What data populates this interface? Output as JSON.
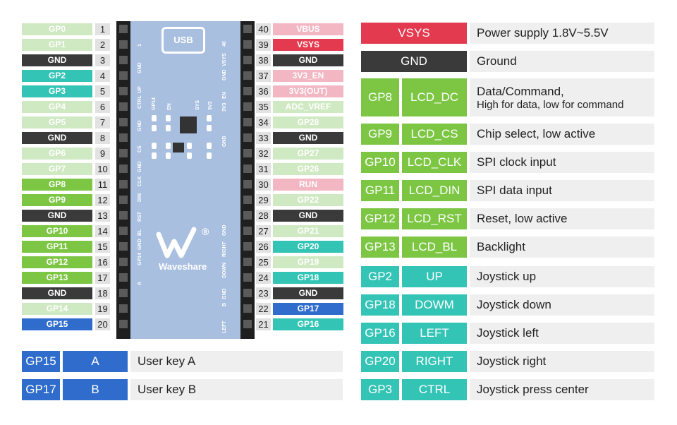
{
  "left_pins": [
    {
      "num": "1",
      "label": "GP0",
      "color": "#cfe9c2"
    },
    {
      "num": "2",
      "label": "GP1",
      "color": "#cfe9c2"
    },
    {
      "num": "3",
      "label": "GND",
      "color": "#3a3a3a"
    },
    {
      "num": "4",
      "label": "GP2",
      "color": "#33c4b6"
    },
    {
      "num": "5",
      "label": "GP3",
      "color": "#33c4b6"
    },
    {
      "num": "6",
      "label": "GP4",
      "color": "#cfe9c2"
    },
    {
      "num": "7",
      "label": "GP5",
      "color": "#cfe9c2"
    },
    {
      "num": "8",
      "label": "GND",
      "color": "#3a3a3a"
    },
    {
      "num": "9",
      "label": "GP6",
      "color": "#cfe9c2"
    },
    {
      "num": "10",
      "label": "GP7",
      "color": "#cfe9c2"
    },
    {
      "num": "11",
      "label": "GP8",
      "color": "#7cc644"
    },
    {
      "num": "12",
      "label": "GP9",
      "color": "#7cc644"
    },
    {
      "num": "13",
      "label": "GND",
      "color": "#3a3a3a"
    },
    {
      "num": "14",
      "label": "GP10",
      "color": "#7cc644"
    },
    {
      "num": "15",
      "label": "GP11",
      "color": "#7cc644"
    },
    {
      "num": "16",
      "label": "GP12",
      "color": "#7cc644"
    },
    {
      "num": "17",
      "label": "GP13",
      "color": "#7cc644"
    },
    {
      "num": "18",
      "label": "GND",
      "color": "#3a3a3a"
    },
    {
      "num": "19",
      "label": "GP14",
      "color": "#cfe9c2"
    },
    {
      "num": "20",
      "label": "GP15",
      "color": "#2f6ccc"
    }
  ],
  "right_pins": [
    {
      "num": "40",
      "label": "VBUS",
      "color": "#f2b7c3"
    },
    {
      "num": "39",
      "label": "VSYS",
      "color": "#e33a4f"
    },
    {
      "num": "38",
      "label": "GND",
      "color": "#3a3a3a"
    },
    {
      "num": "37",
      "label": "3V3_EN",
      "color": "#f2b7c3"
    },
    {
      "num": "36",
      "label": "3V3(OUT)",
      "color": "#f2b7c3"
    },
    {
      "num": "35",
      "label": "ADC_VREF",
      "color": "#cfe9c2"
    },
    {
      "num": "34",
      "label": "GP28",
      "color": "#cfe9c2"
    },
    {
      "num": "33",
      "label": "GND",
      "color": "#3a3a3a"
    },
    {
      "num": "32",
      "label": "GP27",
      "color": "#cfe9c2"
    },
    {
      "num": "31",
      "label": "GP26",
      "color": "#cfe9c2"
    },
    {
      "num": "30",
      "label": "RUN",
      "color": "#f2b7c3"
    },
    {
      "num": "29",
      "label": "GP22",
      "color": "#cfe9c2"
    },
    {
      "num": "28",
      "label": "GND",
      "color": "#3a3a3a"
    },
    {
      "num": "27",
      "label": "GP21",
      "color": "#cfe9c2"
    },
    {
      "num": "26",
      "label": "GP20",
      "color": "#33c4b6"
    },
    {
      "num": "25",
      "label": "GP19",
      "color": "#cfe9c2"
    },
    {
      "num": "24",
      "label": "GP18",
      "color": "#33c4b6"
    },
    {
      "num": "23",
      "label": "GND",
      "color": "#3a3a3a"
    },
    {
      "num": "22",
      "label": "GP17",
      "color": "#2f6ccc"
    },
    {
      "num": "21",
      "label": "GP16",
      "color": "#33c4b6"
    }
  ],
  "board": {
    "usb_label": "USB",
    "brand": "Waveshare",
    "registered": "®",
    "left_silk": [
      "1",
      "GND",
      "UP",
      "CTRL",
      "GND",
      "CS",
      "GND",
      "CLK",
      "DIN",
      "RST",
      "BL",
      "GND",
      "GP14",
      "A"
    ],
    "right_silk": [
      "40",
      "VSYS",
      "GND",
      "EN",
      "3V3",
      "GND",
      "GND",
      "RIGHT",
      "DOWN",
      "GND",
      "B",
      "LEFT"
    ],
    "top_silk": [
      "GP14",
      "EN",
      "SYS",
      "3V3"
    ]
  },
  "functions": [
    {
      "pin": "",
      "name": "VSYS",
      "desc": "Power supply 1.8V~5.5V",
      "color": "#e33a4f"
    },
    {
      "pin": "",
      "name": "GND",
      "desc": "Ground",
      "color": "#3a3a3a"
    },
    {
      "pin": "GP8",
      "name": "LCD_DC",
      "desc": "Data/Command,",
      "desc2": "High for data, low for command",
      "color": "#7cc644"
    },
    {
      "pin": "GP9",
      "name": "LCD_CS",
      "desc": "Chip select, low active",
      "color": "#7cc644"
    },
    {
      "pin": "GP10",
      "name": "LCD_CLK",
      "desc": "SPI clock input",
      "color": "#7cc644"
    },
    {
      "pin": "GP11",
      "name": "LCD_DIN",
      "desc": "SPI data input",
      "color": "#7cc644"
    },
    {
      "pin": "GP12",
      "name": "LCD_RST",
      "desc": "Reset, low active",
      "color": "#7cc644"
    },
    {
      "pin": "GP13",
      "name": "LCD_BL",
      "desc": "Backlight",
      "color": "#7cc644"
    },
    {
      "pin": "GP2",
      "name": "UP",
      "desc": "Joystick up",
      "color": "#33c4b6"
    },
    {
      "pin": "GP18",
      "name": "DOWM",
      "desc": "Joystick down",
      "color": "#33c4b6"
    },
    {
      "pin": "GP16",
      "name": "LEFT",
      "desc": "Joystick left",
      "color": "#33c4b6"
    },
    {
      "pin": "GP20",
      "name": "RIGHT",
      "desc": "Joystick right",
      "color": "#33c4b6"
    },
    {
      "pin": "GP3",
      "name": "CTRL",
      "desc": "Joystick press center",
      "color": "#33c4b6"
    }
  ],
  "keys": [
    {
      "pin": "GP15",
      "name": "A",
      "desc": "User key A",
      "color": "#2f6ccc"
    },
    {
      "pin": "GP17",
      "name": "B",
      "desc": "User key B",
      "color": "#2f6ccc"
    }
  ]
}
